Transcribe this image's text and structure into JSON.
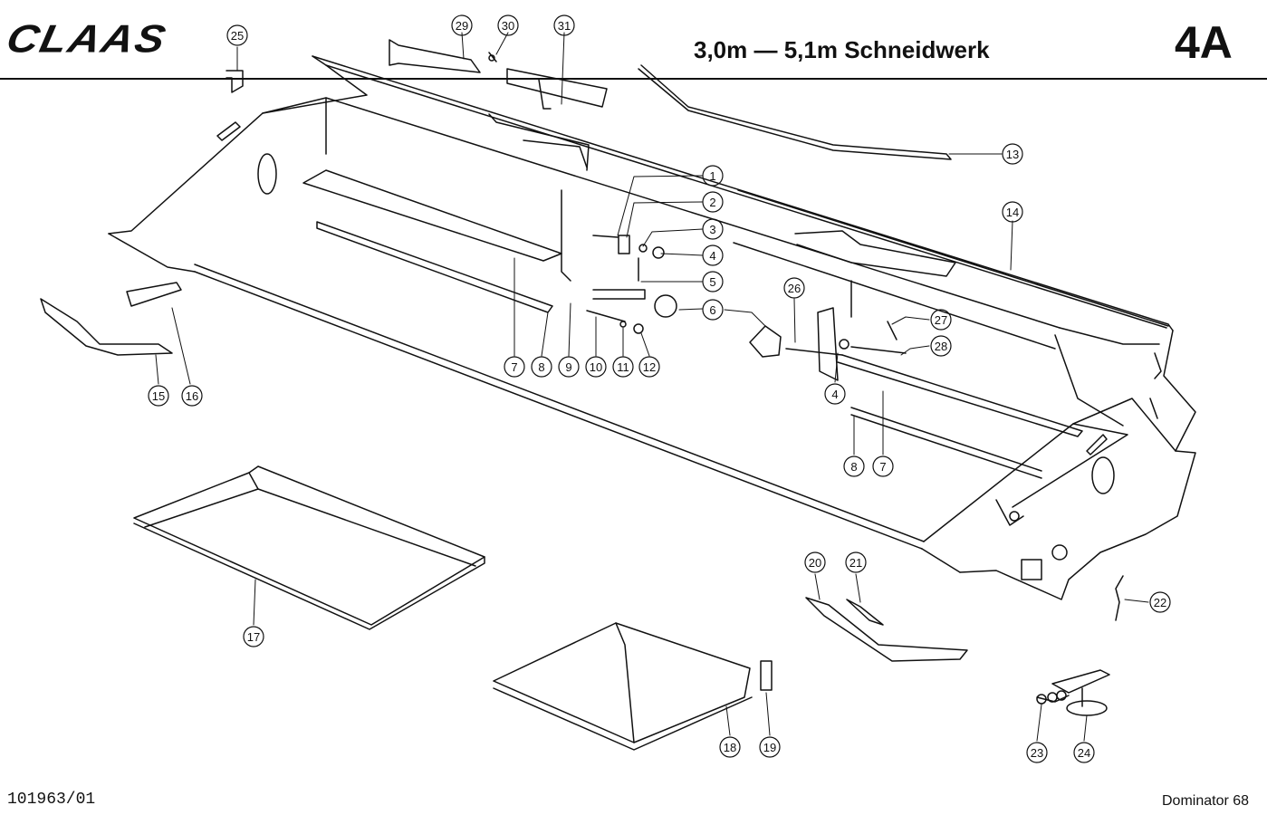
{
  "header": {
    "brand_logo": "CLAAS",
    "title": "3,0m — 5,1m Schneidwerk",
    "page_code": "4A"
  },
  "footer": {
    "drawing_number": "101963/01",
    "model": "Dominator 68"
  },
  "callouts": [
    "1",
    "2",
    "3",
    "4",
    "5",
    "6",
    "7",
    "8",
    "9",
    "10",
    "11",
    "12",
    "13",
    "14",
    "15",
    "16",
    "17",
    "18",
    "19",
    "20",
    "21",
    "22",
    "23",
    "24",
    "25",
    "26",
    "27",
    "28",
    "29",
    "30",
    "31",
    "4",
    "8",
    "7"
  ],
  "colors": {
    "ink": "#111111",
    "paper": "#ffffff"
  }
}
